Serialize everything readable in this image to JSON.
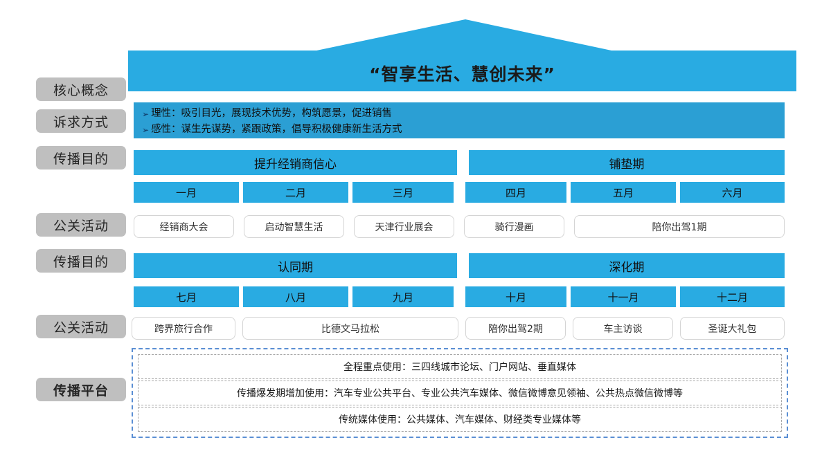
{
  "rows": {
    "core_concept": "核心概念",
    "appeal_method": "诉求方式",
    "comm_purpose_1": "传播目的",
    "pr_activity_1": "公关活动",
    "comm_purpose_2": "传播目的",
    "pr_activity_2": "公关活动",
    "comm_platform": "传播平台"
  },
  "banner": {
    "slogan": "“智享生活、慧创未来”"
  },
  "appeal": {
    "bullet_glyph": "➢",
    "lines": [
      "理性：吸引目光，展现技术优势，构筑愿景，促进销售",
      "感性：谋生先谋势，紧跟政策，倡导积极健康新生活方式"
    ]
  },
  "half1": {
    "phases": [
      "提升经销商信心",
      "铺垫期"
    ],
    "months": [
      "一月",
      "二月",
      "三月",
      "四月",
      "五月",
      "六月"
    ],
    "activities": [
      "经销商大会",
      "启动智慧生活",
      "天津行业展会",
      "骑行漫画",
      "陪你出驾1期"
    ]
  },
  "half2": {
    "phases": [
      "认同期",
      "深化期"
    ],
    "months": [
      "七月",
      "八月",
      "九月",
      "十月",
      "十一月",
      "十二月"
    ],
    "activities": [
      "跨界旅行合作",
      "比德文马拉松",
      "陪你出驾2期",
      "车主访谈",
      "圣诞大礼包"
    ]
  },
  "platform": {
    "lines": [
      "全程重点使用：三四线城市论坛、门户网站、垂直媒体",
      "传播爆发期增加使用：汽车专业公共平台、专业公共汽车媒体、微信微博意见领袖、公共热点微信微博等",
      "传统媒体使用：公共媒体、汽车媒体、财经类专业媒体等"
    ]
  },
  "colors": {
    "bar_blue": "#29abe2",
    "appeal_blue": "#2b9fd4",
    "label_gray": "#bfbfbf",
    "dashed_blue": "#5b8fd4"
  }
}
